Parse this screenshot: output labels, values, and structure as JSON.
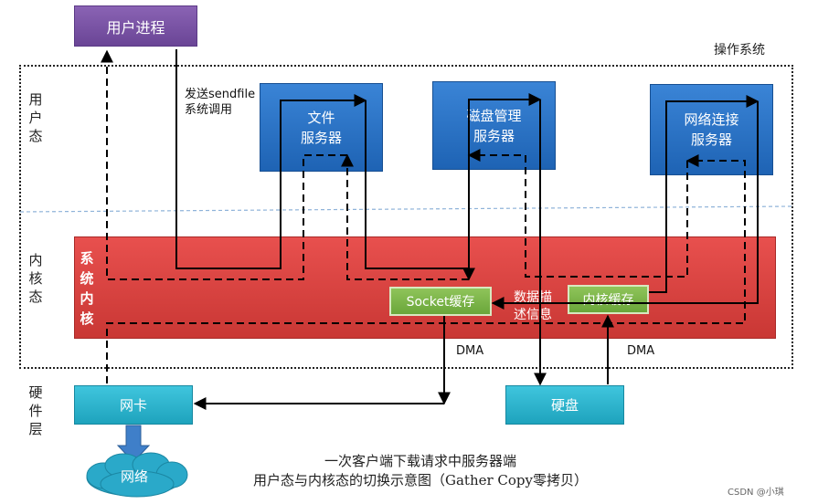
{
  "user_process": "用户进程",
  "os_label": "操作系统",
  "layers": {
    "user": "用户态",
    "kernel": "内核态",
    "hardware": "硬件层"
  },
  "servers": {
    "file": [
      "文件",
      "服务器"
    ],
    "disk": [
      "磁盘管理",
      "服务器"
    ],
    "network": [
      "网络连接",
      "服务器"
    ]
  },
  "kernel": {
    "label": "系统内核",
    "socket_buffer": "Socket缓存",
    "kernel_buffer": "内核缓存",
    "descriptor": [
      "数据描",
      "述信息"
    ]
  },
  "hardware": {
    "nic": "网卡",
    "disk": "硬盘",
    "network": "网络"
  },
  "notes": {
    "sendfile": [
      "发送sendfile",
      "系统调用"
    ],
    "dma_left": "DMA",
    "dma_right": "DMA"
  },
  "caption": [
    "一次客户端下载请求中服务器端",
    "用户态与内核态的切换示意图（Gather Copy零拷贝）"
  ],
  "watermark": "CSDN @小琪"
}
